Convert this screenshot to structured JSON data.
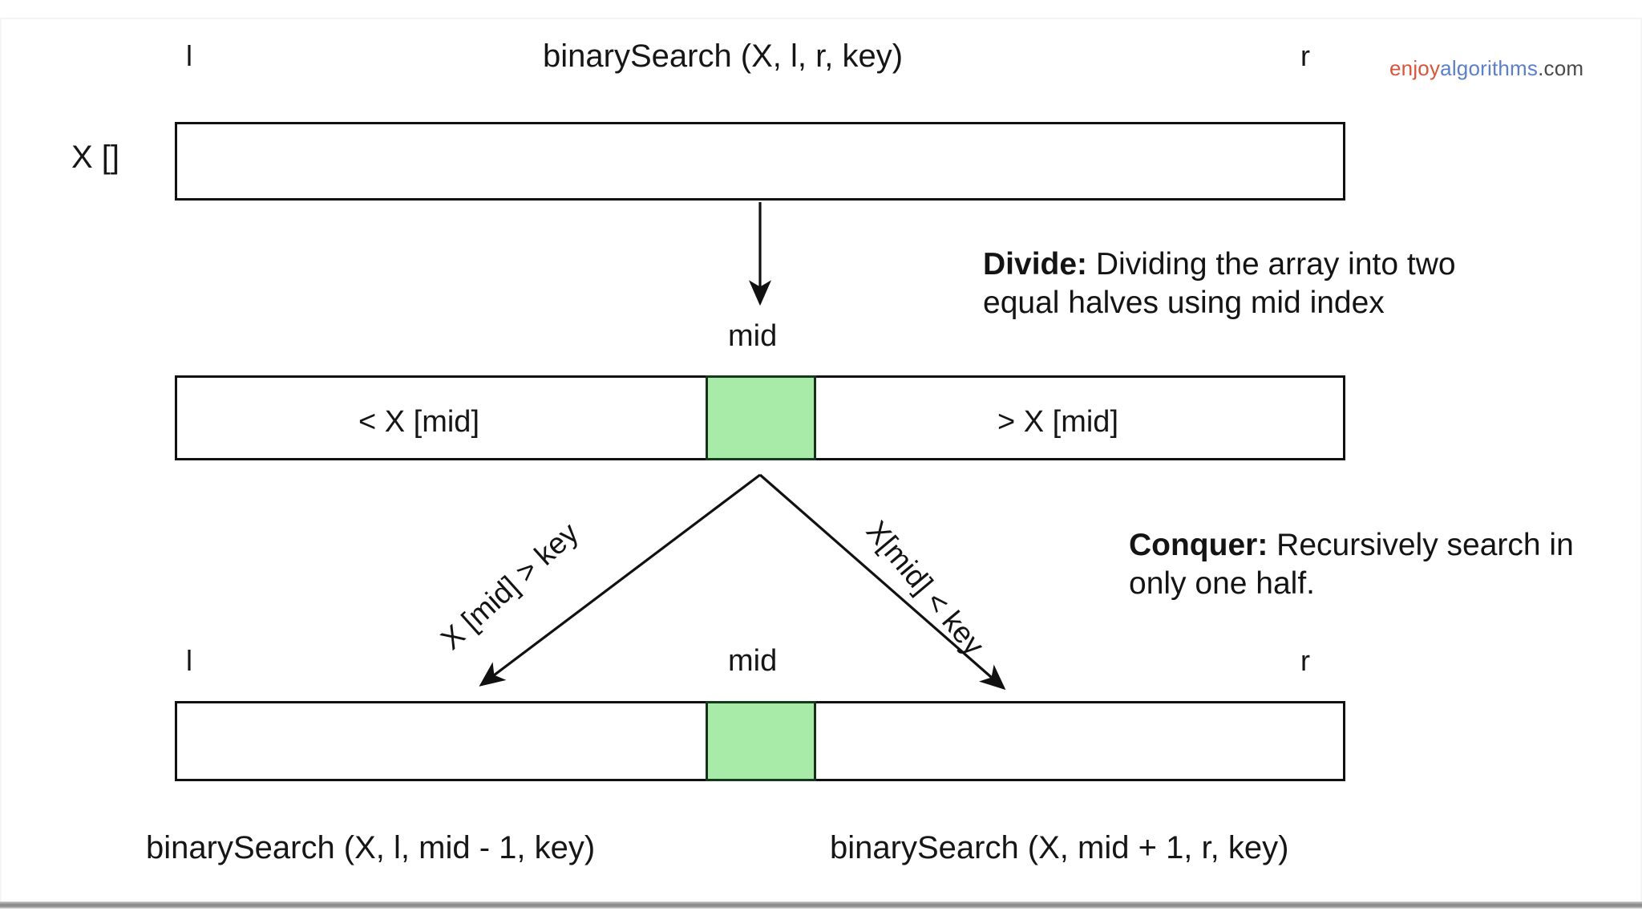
{
  "watermark": {
    "part1": "enjoy",
    "part2": "algorithms",
    "part3": ".com",
    "color1": "#d8553c",
    "color2": "#5c7fc9",
    "color3": "#4a4a4a"
  },
  "diagram": {
    "title": "binarySearch (X, l, r, key)",
    "array_name": "X []",
    "mid_color": "#a8eaa8",
    "row1": {
      "left_index": "l",
      "right_index": "r"
    },
    "row2": {
      "mid_label": "mid",
      "left_half": "< X [mid]",
      "right_half": "> X [mid]"
    },
    "row3": {
      "left_index": "l",
      "mid_label": "mid",
      "right_index": "r"
    },
    "branches": {
      "left": "X [mid] > key",
      "right": "X[mid] < key"
    },
    "captions": {
      "left": "binarySearch (X, l, mid - 1, key)",
      "right": "binarySearch (X, mid + 1, r, key)"
    },
    "notes": {
      "divide_title": "Divide:",
      "divide_text": " Dividing the array into two equal halves using mid index",
      "conquer_title": "Conquer:",
      "conquer_text": " Recursively search in only one half."
    }
  }
}
